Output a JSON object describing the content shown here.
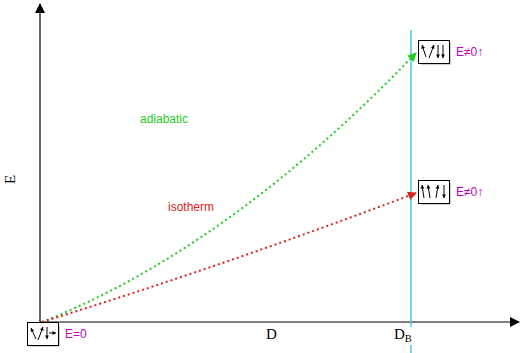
{
  "diagram": {
    "nodes": [
      {
        "text": [
          "E=0"
        ]
      },
      {
        "text": [
          "E≠0↑"
        ]
      },
      {
        "text": [
          "E≠0↑"
        ]
      }
    ],
    "edges": [
      {
        "from": 0,
        "to": 1,
        "arrow": "to",
        "label": "adiabatic"
      },
      {
        "from": 0,
        "to": 2,
        "arrow": "to",
        "label": "isotherm"
      }
    ],
    "labels": [
      "E",
      "D",
      "DB"
    ]
  }
}
